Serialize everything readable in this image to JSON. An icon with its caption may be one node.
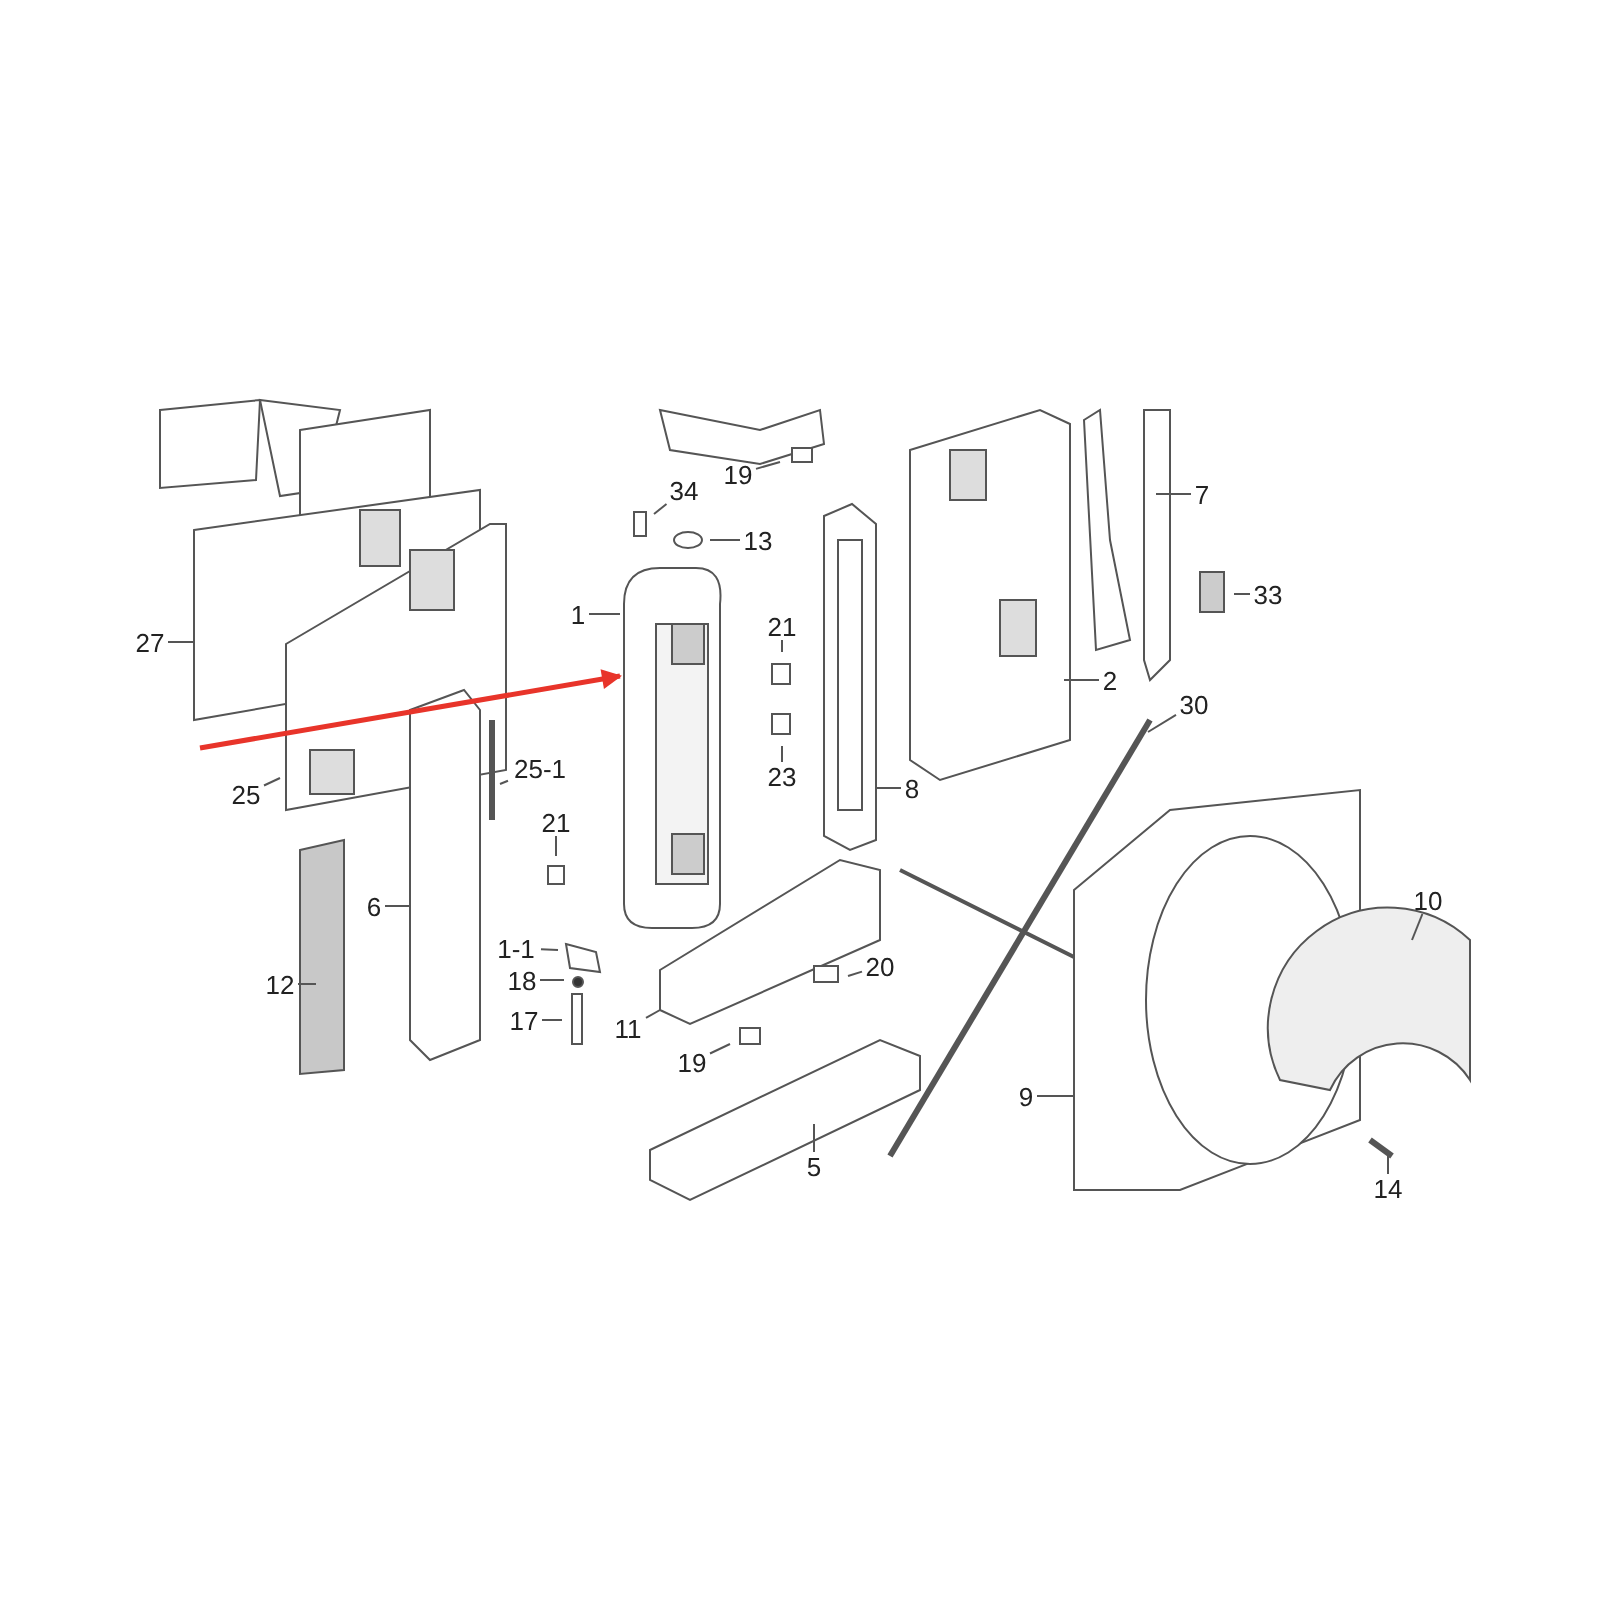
{
  "diagram": {
    "nodes": [
      {
        "text": [
          "19"
        ]
      },
      {
        "text": [
          "7"
        ]
      },
      {
        "text": [
          "34"
        ]
      },
      {
        "text": [
          "13"
        ]
      },
      {
        "text": [
          "33"
        ]
      },
      {
        "text": [
          "1"
        ]
      },
      {
        "text": [
          "21"
        ]
      },
      {
        "text": [
          "27"
        ]
      },
      {
        "text": [
          "2"
        ]
      },
      {
        "text": [
          "30"
        ]
      },
      {
        "text": [
          "25-1"
        ]
      },
      {
        "text": [
          "23"
        ]
      },
      {
        "text": [
          "8"
        ]
      },
      {
        "text": [
          "25"
        ]
      },
      {
        "text": [
          "21"
        ]
      },
      {
        "text": [
          "10"
        ]
      },
      {
        "text": [
          "6"
        ]
      },
      {
        "text": [
          "1-1"
        ]
      },
      {
        "text": [
          "20"
        ]
      },
      {
        "text": [
          "18"
        ]
      },
      {
        "text": [
          "12"
        ]
      },
      {
        "text": [
          "17"
        ]
      },
      {
        "text": [
          "11"
        ]
      },
      {
        "text": [
          "19"
        ]
      },
      {
        "text": [
          "9"
        ]
      },
      {
        "text": [
          "5"
        ]
      },
      {
        "text": [
          "14"
        ]
      },
      {
        "text": [],
        "shape": "picture"
      }
    ],
    "edges": [
      {
        "from": 0,
        "to": null,
        "arrow": "none"
      },
      {
        "from": 1,
        "to": null,
        "arrow": "none"
      },
      {
        "from": 2,
        "to": null,
        "arrow": "none"
      },
      {
        "from": 3,
        "to": null,
        "arrow": "none"
      },
      {
        "from": 4,
        "to": null,
        "arrow": "none"
      },
      {
        "from": 5,
        "to": 27,
        "arrow": "none"
      },
      {
        "from": 6,
        "to": null,
        "arrow": "none"
      },
      {
        "from": 7,
        "to": null,
        "arrow": "none"
      },
      {
        "from": 8,
        "to": null,
        "arrow": "none"
      },
      {
        "from": 9,
        "to": null,
        "arrow": "none"
      },
      {
        "from": 10,
        "to": null,
        "arrow": "none"
      },
      {
        "from": 11,
        "to": null,
        "arrow": "none"
      },
      {
        "from": 12,
        "to": null,
        "arrow": "none"
      },
      {
        "from": 13,
        "to": null,
        "arrow": "none"
      },
      {
        "from": 14,
        "to": null,
        "arrow": "none"
      },
      {
        "from": 15,
        "to": null,
        "arrow": "none"
      },
      {
        "from": 16,
        "to": null,
        "arrow": "none"
      },
      {
        "from": 17,
        "to": null,
        "arrow": "none"
      },
      {
        "from": 18,
        "to": null,
        "arrow": "none"
      },
      {
        "from": 19,
        "to": null,
        "arrow": "none"
      },
      {
        "from": 20,
        "to": null,
        "arrow": "none"
      },
      {
        "from": 21,
        "to": null,
        "arrow": "none"
      },
      {
        "from": 22,
        "to": null,
        "arrow": "none"
      },
      {
        "from": 23,
        "to": null,
        "arrow": "none"
      },
      {
        "from": 24,
        "to": null,
        "arrow": "none"
      },
      {
        "from": 25,
        "to": null,
        "arrow": "none"
      },
      {
        "from": 26,
        "to": null,
        "arrow": "none"
      },
      {
        "from": null,
        "to": 27,
        "arrow": "to",
        "color": "#e8342a",
        "style": "thick"
      }
    ]
  }
}
